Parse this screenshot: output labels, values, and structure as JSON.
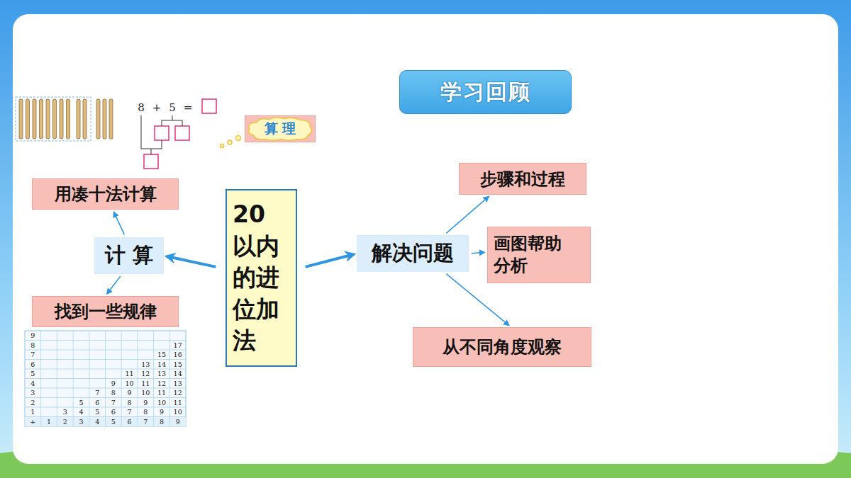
{
  "diagram": {
    "title": "学习回顾",
    "nodes": [
      {
        "text": [
          "20 以内 的进 位加 法"
        ]
      },
      {
        "text": [
          "计 算"
        ]
      },
      {
        "text": [
          "用凑十法计算"
        ]
      },
      {
        "text": [
          "找到一些规律"
        ]
      },
      {
        "text": [
          "解决问题"
        ]
      },
      {
        "text": [
          "步骤和过程"
        ]
      },
      {
        "text": [
          "画图帮助 分析"
        ]
      },
      {
        "text": [
          "从不同角度观察"
        ]
      },
      {
        "text": [
          "算 理"
        ]
      }
    ],
    "edges": [
      {
        "from": 0,
        "to": 1,
        "arrow": "to"
      },
      {
        "from": 0,
        "to": 4,
        "arrow": "to"
      },
      {
        "from": 1,
        "to": 2,
        "arrow": "to"
      },
      {
        "from": 1,
        "to": 3,
        "arrow": "to"
      },
      {
        "from": 4,
        "to": 5,
        "arrow": "to"
      },
      {
        "from": 4,
        "to": 6,
        "arrow": "to"
      },
      {
        "from": 4,
        "to": 7,
        "arrow": "to"
      }
    ],
    "labels": [
      "8",
      "+",
      "5",
      "=",
      "9",
      "8",
      "17",
      "7",
      "15",
      "16",
      "6",
      "13",
      "14",
      "15",
      "5",
      "11",
      "12",
      "13",
      "14",
      "4",
      "9",
      "10",
      "11",
      "12",
      "13",
      "3",
      "7",
      "8",
      "9",
      "10",
      "11",
      "12",
      "2",
      "5",
      "6",
      "7",
      "8",
      "9",
      "10",
      "11",
      "1",
      "3",
      "4",
      "5",
      "6",
      "7",
      "8",
      "9",
      "10",
      "+",
      "1",
      "2",
      "3",
      "4",
      "5",
      "6",
      "7",
      "8",
      "9"
    ]
  }
}
